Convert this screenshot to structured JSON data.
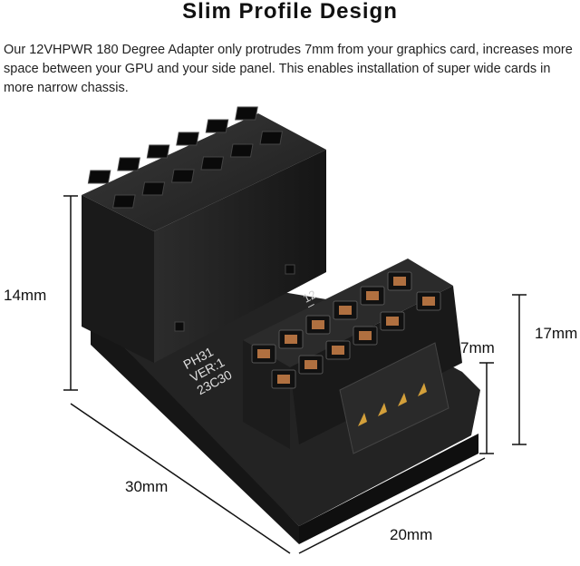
{
  "heading": "Slim Profile Design",
  "description": "Our 12VHPWR 180 Degree Adapter only protrudes 7mm from your graphics card, increases more space between your GPU and your side panel. This enables installation of super wide cards in more narrow chassis.",
  "dimensions": {
    "height_left": "14mm",
    "length_front": "30mm",
    "width_right": "20mm",
    "protrusion": "7mm",
    "height_right": "17mm"
  },
  "labels": {
    "side_print": [
      "PH31",
      "VER:1",
      "23C30"
    ],
    "top_print": [
      "12",
      "T"
    ]
  },
  "colors": {
    "body": "#1e1e1e",
    "face": "#2a2a2a",
    "pin": "#b07040",
    "gold": "#d4a03a"
  }
}
